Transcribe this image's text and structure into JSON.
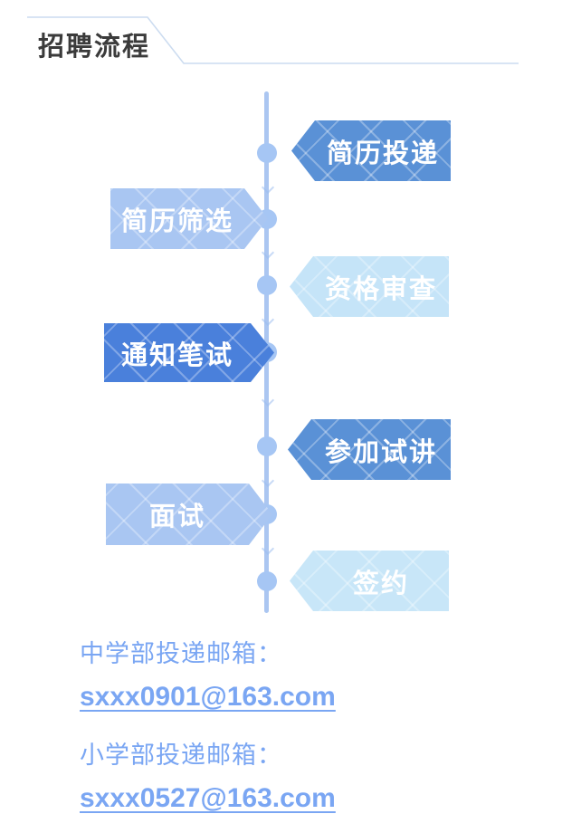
{
  "header": {
    "title": "招聘流程",
    "title_color": "#3b3b3b",
    "line_color": "#ccdcf0"
  },
  "timeline": {
    "line_color": "#abc6f1",
    "dot_color": "#a6c6f4",
    "steps": [
      {
        "label": "简历投递",
        "side": "right",
        "color": "#5a91d6",
        "text_color": "#ffffff"
      },
      {
        "label": "简历筛选",
        "side": "left",
        "color": "#a9c6f2",
        "text_color": "#ffffff"
      },
      {
        "label": "资格审查",
        "side": "right",
        "color": "#c5e4f8",
        "text_color": "#ffffff"
      },
      {
        "label": "通知笔试",
        "side": "left",
        "color": "#4a80db",
        "text_color": "#ffffff"
      },
      {
        "label": "参加试讲",
        "side": "right",
        "color": "#5a91d6",
        "text_color": "#ffffff"
      },
      {
        "label": "面试",
        "side": "left",
        "color": "#a9c6f2",
        "text_color": "#ffffff"
      },
      {
        "label": "签约",
        "side": "right",
        "color": "#c8e6f8",
        "text_color": "#ffffff"
      }
    ]
  },
  "contacts": {
    "text_color": "#7aa6f3",
    "items": [
      {
        "label": "中学部投递邮箱：",
        "email": "sxxx0901@163.com"
      },
      {
        "label": "小学部投递邮箱：",
        "email": "sxxx0527@163.com"
      }
    ]
  }
}
